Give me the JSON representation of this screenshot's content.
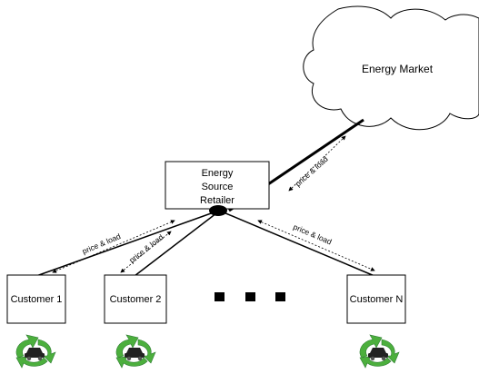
{
  "market": {
    "label": "Energy Market"
  },
  "retailer": {
    "lines": [
      "Energy",
      "Source",
      "Retailer"
    ]
  },
  "customers": [
    {
      "label": "Customer 1"
    },
    {
      "label": "Customer 2"
    },
    {
      "label": "Customer N"
    }
  ],
  "edges": {
    "market_retailer": "price & load",
    "customer1": "price & load",
    "customer2": "price & load",
    "customerN": "price & load"
  },
  "colors": {
    "recycle_green": "#4caf3d",
    "line": "#000000"
  },
  "icons": [
    "electric-car-recycle-icon"
  ]
}
